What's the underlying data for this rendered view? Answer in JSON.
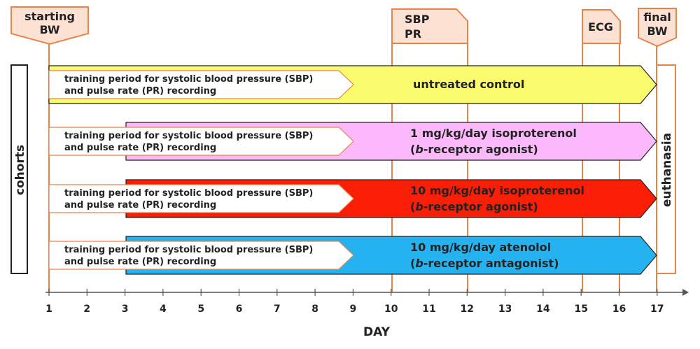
{
  "markers": {
    "starting_bw": [
      "starting",
      "BW"
    ],
    "sbp_pr": [
      "SBP",
      "PR"
    ],
    "ecg": [
      "ECG"
    ],
    "final_bw": [
      "final",
      "BW"
    ]
  },
  "side_labels": {
    "cohorts": "cohorts",
    "euthanasia": "euthanasia"
  },
  "training_text": [
    "training period for systolic blood pressure (SBP)",
    "and pulse rate (PR) recording"
  ],
  "cohorts": [
    {
      "lines": [
        "untreated control"
      ],
      "color": "#fbfb6e"
    },
    {
      "lines": [
        "1 mg/kg/day isoproterenol",
        "(b-receptor agonist)"
      ],
      "color": "#fbb8fb"
    },
    {
      "lines": [
        "10 mg/kg/day isoproterenol",
        "(b-receptor agonist)"
      ],
      "color": "#fb1e06"
    },
    {
      "lines": [
        "10 mg/kg/day atenolol",
        "(b-receptor antagonist)"
      ],
      "color": "#24b2f0"
    }
  ],
  "axis": {
    "ticks": [
      "1",
      "2",
      "3",
      "4",
      "5",
      "6",
      "7",
      "8",
      "9",
      "10",
      "11",
      "12",
      "13",
      "14",
      "15",
      "16",
      "17"
    ],
    "title": "DAY"
  },
  "colors": {
    "marker_fill": "#fde2d4",
    "marker_stroke": "#e8844a",
    "line": "#e8844a"
  }
}
